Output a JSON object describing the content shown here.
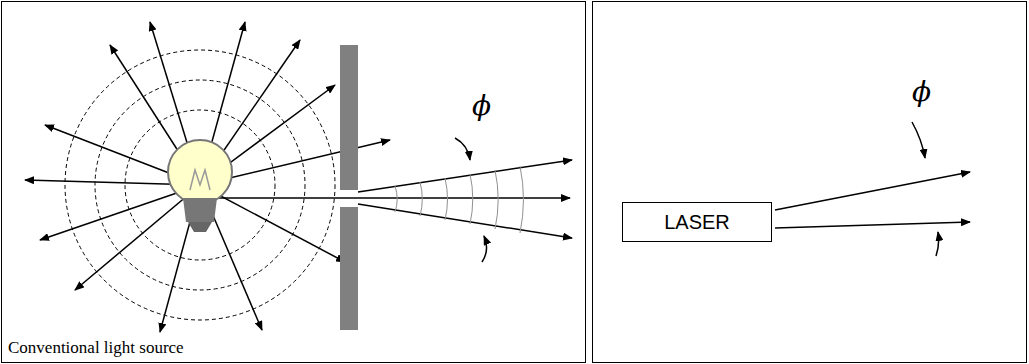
{
  "diagram": {
    "nodes": [
      {
        "text": [
          "Conventional light source"
        ]
      },
      {
        "text": [
          "LASER"
        ]
      }
    ],
    "labels": [
      "ϕ",
      "ϕ"
    ]
  }
}
